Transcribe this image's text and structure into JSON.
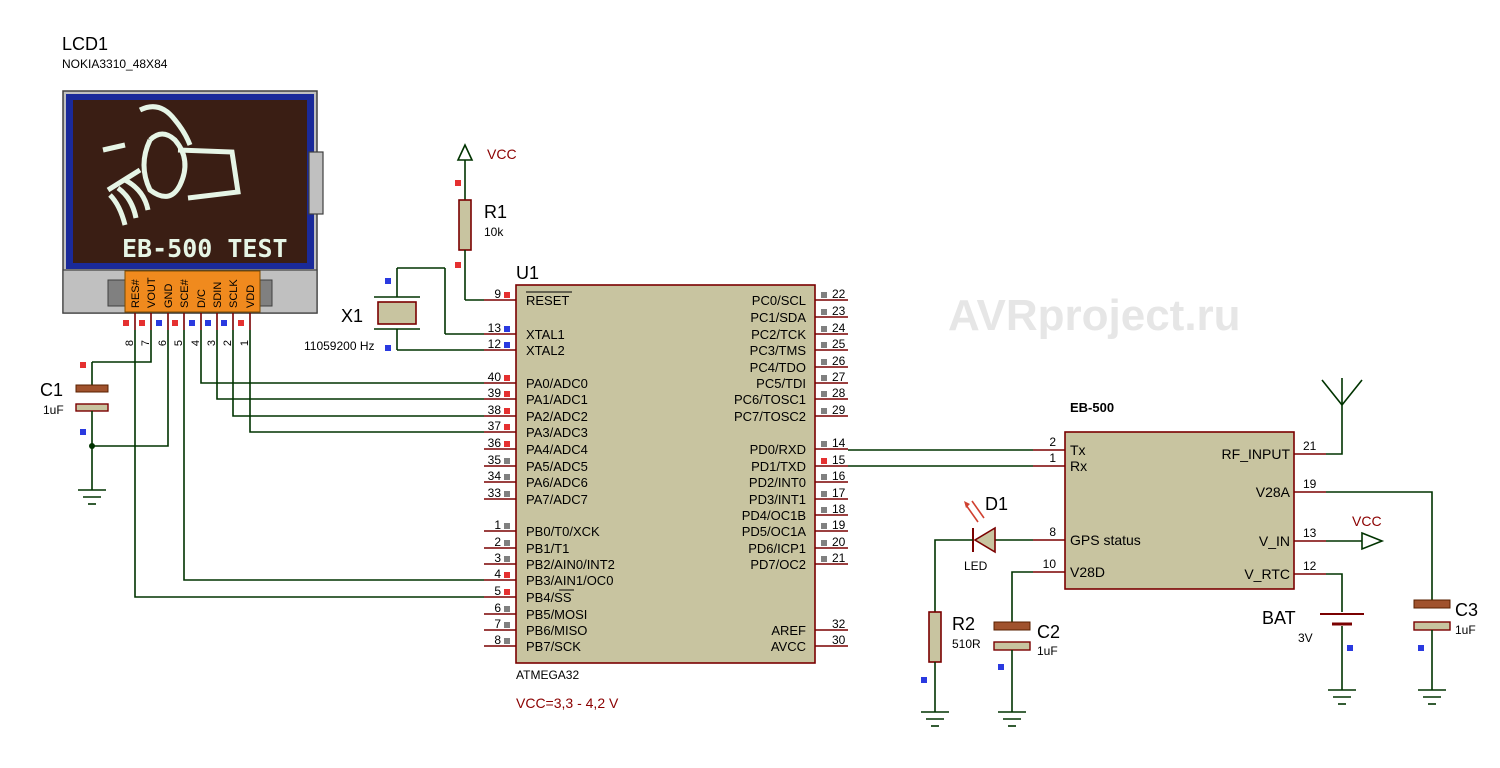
{
  "lcd": {
    "ref": "LCD1",
    "model": "NOKIA3310_48X84",
    "screen_text": "EB-500 TEST",
    "pins": [
      {
        "name": "RES#",
        "num": "8"
      },
      {
        "name": "VOUT",
        "num": "7"
      },
      {
        "name": "GND",
        "num": "6"
      },
      {
        "name": "SCE#",
        "num": "5"
      },
      {
        "name": "D/C",
        "num": "4"
      },
      {
        "name": "SDIN",
        "num": "3"
      },
      {
        "name": "SCLK",
        "num": "2"
      },
      {
        "name": "VDD",
        "num": "1"
      }
    ]
  },
  "c1": {
    "ref": "C1",
    "value": "1uF"
  },
  "x1": {
    "ref": "X1",
    "value": "11059200 Hz"
  },
  "r1": {
    "ref": "R1",
    "value": "10k"
  },
  "vcc_label": "VCC",
  "u1": {
    "ref": "U1",
    "part": "ATMEGA32",
    "left_pins": [
      {
        "num": "9",
        "name": "RESET"
      },
      {
        "num": "13",
        "name": "XTAL1"
      },
      {
        "num": "12",
        "name": "XTAL2"
      },
      {
        "num": "40",
        "name": "PA0/ADC0"
      },
      {
        "num": "39",
        "name": "PA1/ADC1"
      },
      {
        "num": "38",
        "name": "PA2/ADC2"
      },
      {
        "num": "37",
        "name": "PA3/ADC3"
      },
      {
        "num": "36",
        "name": "PA4/ADC4"
      },
      {
        "num": "35",
        "name": "PA5/ADC5"
      },
      {
        "num": "34",
        "name": "PA6/ADC6"
      },
      {
        "num": "33",
        "name": "PA7/ADC7"
      },
      {
        "num": "1",
        "name": "PB0/T0/XCK"
      },
      {
        "num": "2",
        "name": "PB1/T1"
      },
      {
        "num": "3",
        "name": "PB2/AIN0/INT2"
      },
      {
        "num": "4",
        "name": "PB3/AIN1/OC0"
      },
      {
        "num": "5",
        "name": "PB4/SS"
      },
      {
        "num": "6",
        "name": "PB5/MOSI"
      },
      {
        "num": "7",
        "name": "PB6/MISO"
      },
      {
        "num": "8",
        "name": "PB7/SCK"
      }
    ],
    "right_pins": [
      {
        "num": "22",
        "name": "PC0/SCL"
      },
      {
        "num": "23",
        "name": "PC1/SDA"
      },
      {
        "num": "24",
        "name": "PC2/TCK"
      },
      {
        "num": "25",
        "name": "PC3/TMS"
      },
      {
        "num": "26",
        "name": "PC4/TDO"
      },
      {
        "num": "27",
        "name": "PC5/TDI"
      },
      {
        "num": "28",
        "name": "PC6/TOSC1"
      },
      {
        "num": "29",
        "name": "PC7/TOSC2"
      },
      {
        "num": "14",
        "name": "PD0/RXD"
      },
      {
        "num": "15",
        "name": "PD1/TXD"
      },
      {
        "num": "16",
        "name": "PD2/INT0"
      },
      {
        "num": "17",
        "name": "PD3/INT1"
      },
      {
        "num": "18",
        "name": "PD4/OC1B"
      },
      {
        "num": "19",
        "name": "PD5/OC1A"
      },
      {
        "num": "20",
        "name": "PD6/ICP1"
      },
      {
        "num": "21",
        "name": "PD7/OC2"
      },
      {
        "num": "32",
        "name": "AREF"
      },
      {
        "num": "30",
        "name": "AVCC"
      }
    ]
  },
  "supply_note": "VCC=3,3 - 4,2 V",
  "watermark": "AVRproject.ru",
  "eb500": {
    "title": "EB-500",
    "left_pins": [
      {
        "num": "2",
        "name": "Tx"
      },
      {
        "num": "1",
        "name": "Rx"
      },
      {
        "num": "8",
        "name": "GPS status"
      },
      {
        "num": "10",
        "name": "V28D"
      }
    ],
    "right_pins": [
      {
        "num": "21",
        "name": "RF_INPUT"
      },
      {
        "num": "19",
        "name": "V28A"
      },
      {
        "num": "13",
        "name": "V_IN"
      },
      {
        "num": "12",
        "name": "V_RTC"
      }
    ]
  },
  "d1": {
    "ref": "D1",
    "value": "LED"
  },
  "r2": {
    "ref": "R2",
    "value": "510R"
  },
  "c2": {
    "ref": "C2",
    "value": "1uF"
  },
  "c3": {
    "ref": "C3",
    "value": "1uF"
  },
  "bat": {
    "ref": "BAT",
    "value": "3V"
  },
  "colors": {
    "pin": "#7a0000",
    "wire": "#003300",
    "body": "#c8c4a0",
    "vcc": "#8b0000"
  }
}
